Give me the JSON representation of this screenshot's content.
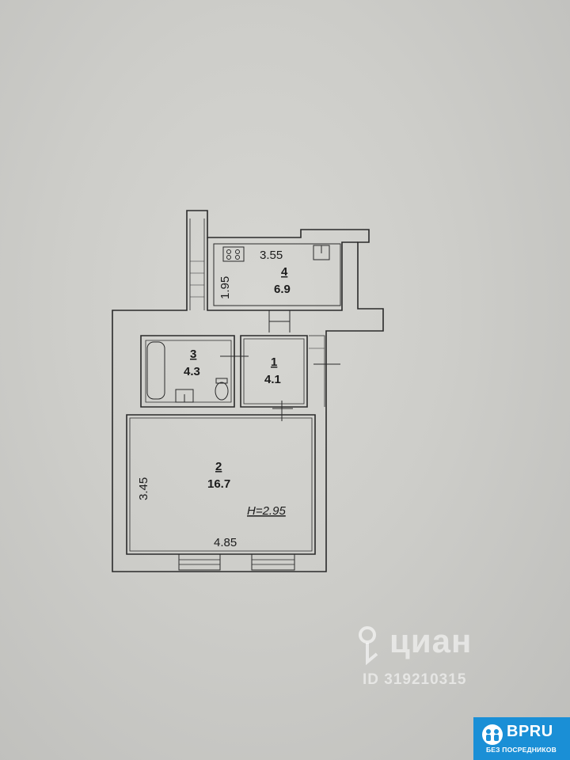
{
  "floorplan": {
    "rooms": [
      {
        "id": "room-1",
        "number": "1",
        "area": "4.1"
      },
      {
        "id": "room-2",
        "number": "2",
        "area": "16.7"
      },
      {
        "id": "room-3",
        "number": "3",
        "area": "4.3"
      },
      {
        "id": "room-4",
        "number": "4",
        "area": "6.9"
      }
    ],
    "dimensions": {
      "kitchen_width": "3.55",
      "kitchen_depth": "1.95",
      "main_depth": "3.45",
      "main_width": "4.85"
    },
    "ceiling_height": "H=2.95"
  },
  "watermark": {
    "logo": "циан",
    "listing_id": "ID 319210315"
  },
  "badge": {
    "title": "BPRU",
    "subtitle": "БЕЗ ПОСРЕДНИКОВ",
    "color": "#1a8fd6"
  }
}
